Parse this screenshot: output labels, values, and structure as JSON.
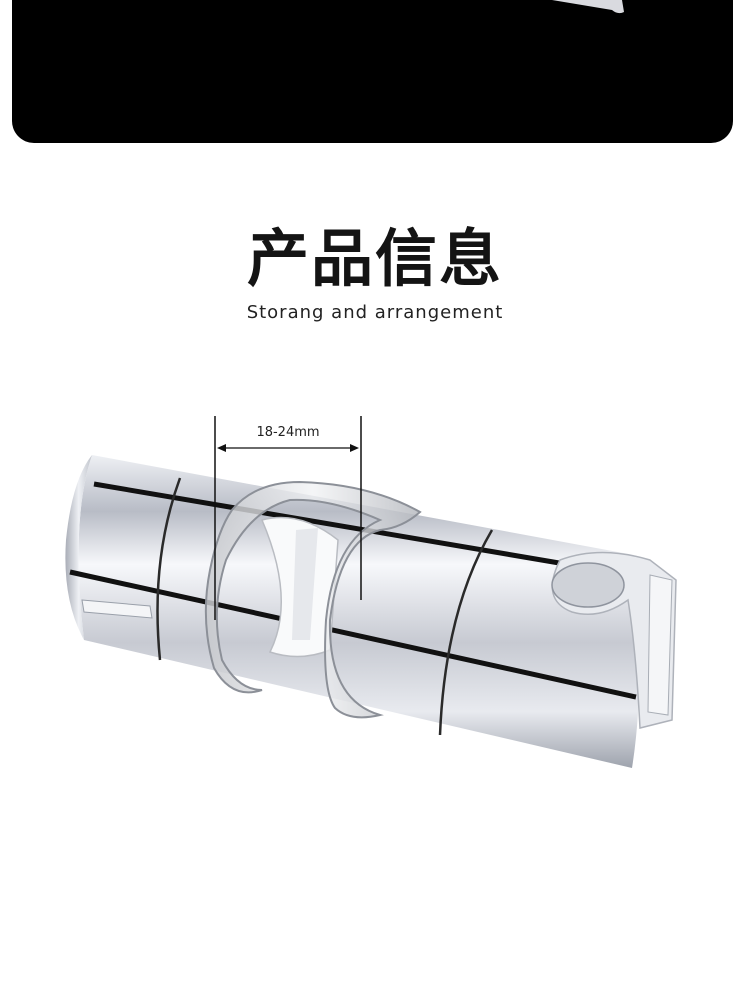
{
  "section": {
    "title": "产品信息",
    "subtitle": "Storang and arrangement"
  },
  "product": {
    "dimension_label": "18-24mm",
    "image_name": "shower-slider-bracket"
  },
  "colors": {
    "banner": "#000000",
    "title": "#141414",
    "chrome": "#c9ccd3"
  }
}
